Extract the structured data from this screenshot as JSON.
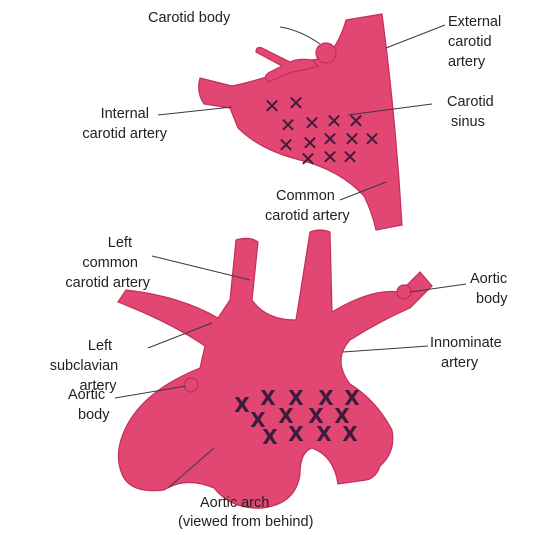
{
  "colors": {
    "vessel": "#e24672",
    "marks": "#3c1c3a",
    "text": "#222222"
  },
  "symbols": {
    "carotid_sinus": "✕",
    "aortic_arch": "X"
  },
  "labels": {
    "carotid_body": [
      "Carotid body"
    ],
    "external_carotid": [
      "External",
      "carotid",
      "artery"
    ],
    "internal_carotid": [
      "Internal",
      "carotid artery"
    ],
    "carotid_sinus": [
      "Carotid",
      "sinus"
    ],
    "common_carotid": [
      "Common",
      "carotid artery"
    ],
    "left_common_carotid": [
      "Left",
      "common",
      "carotid artery"
    ],
    "aortic_body_right": [
      "Aortic",
      "body"
    ],
    "left_subclavian": [
      "Left",
      "subclavian",
      "artery"
    ],
    "innominate": [
      "Innominate",
      "artery"
    ],
    "aortic_body_left": [
      "Aortic",
      "body"
    ],
    "aortic_arch": [
      "Aortic arch",
      "(viewed from behind)"
    ]
  }
}
